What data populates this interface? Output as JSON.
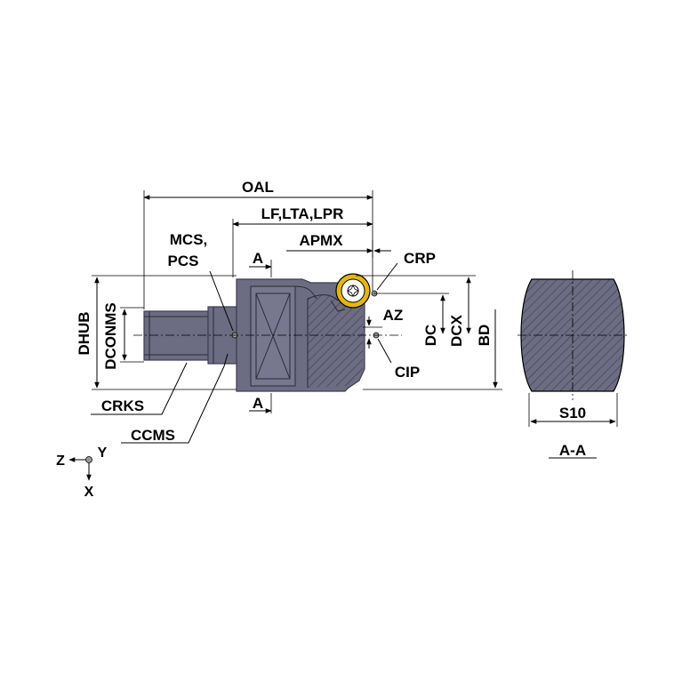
{
  "labels": {
    "oal": "OAL",
    "lf_lta_lpr": "LF,LTA,LPR",
    "apmx": "APMX",
    "mcs_line1": "MCS,",
    "mcs_line2": "PCS",
    "a_top": "A",
    "a_bottom": "A",
    "crp": "CRP",
    "az": "AZ",
    "dc": "DC",
    "dcx": "DCX",
    "bd": "BD",
    "cip": "CIP",
    "dhub": "DHUB",
    "dconms": "DCONMS",
    "crks": "CRKS",
    "ccms": "CCMS",
    "s10": "S10",
    "section": "A-A",
    "axis_z": "Z",
    "axis_y": "Y",
    "axis_x": "X"
  },
  "colors": {
    "body": "#6c6c82",
    "insert": "#e8b800",
    "outline": "#000000"
  }
}
